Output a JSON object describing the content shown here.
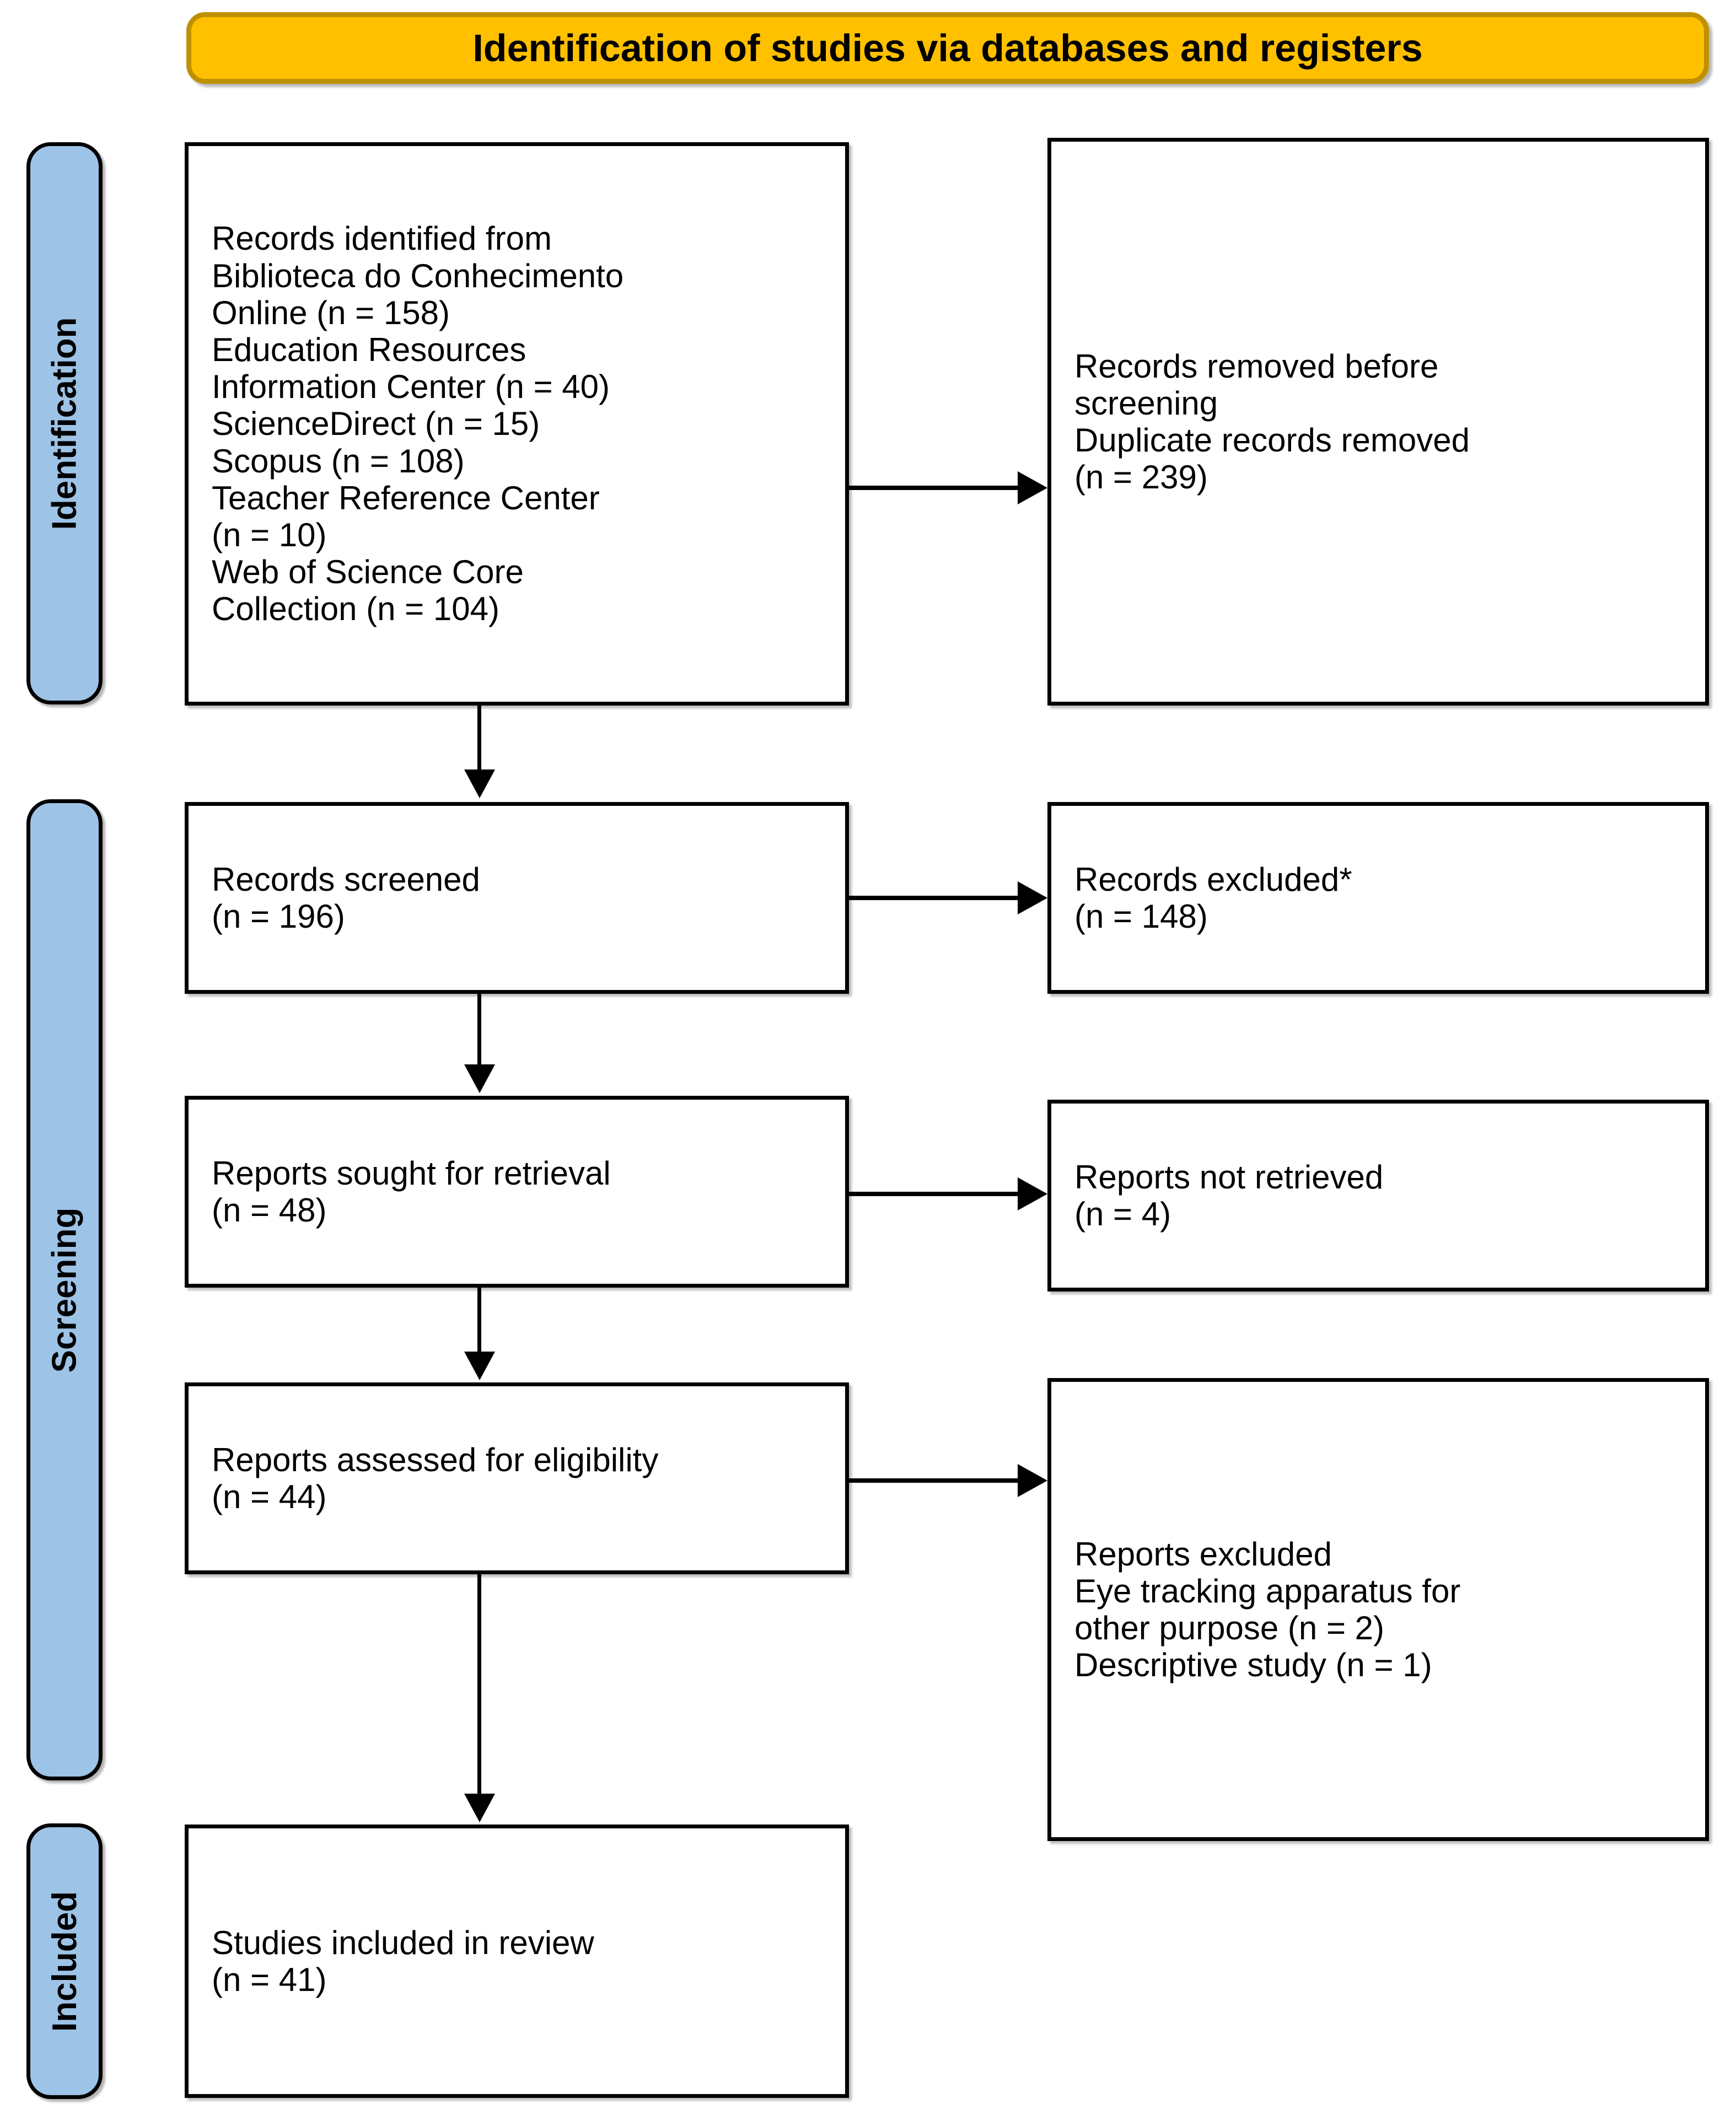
{
  "diagram": {
    "type": "prisma-flow-diagram",
    "banner": {
      "title": "Identification of studies via databases and registers",
      "fill_color": "#FFC000",
      "border_color": "#BF9000"
    },
    "stages": [
      {
        "id": "identification",
        "label": "Identification",
        "fill_color": "#9DC3E6"
      },
      {
        "id": "screening",
        "label": "Screening",
        "fill_color": "#9DC3E6"
      },
      {
        "id": "included",
        "label": "Included",
        "fill_color": "#9DC3E6"
      }
    ],
    "boxes": {
      "records_identified": {
        "text": "Records identified from\n   Biblioteca do Conhecimento\nOnline (n = 158)\n   Education Resources\nInformation Center (n = 40)\n   ScienceDirect (n = 15)\n   Scopus (n = 108)\n   Teacher Reference Center\n(n = 10)\n   Web of Science Core\nCollection (n = 104)"
      },
      "records_removed": {
        "text": "Records removed before\nscreening\n   Duplicate records removed\n(n = 239)"
      },
      "records_screened": {
        "text": "Records screened\n  (n = 196)"
      },
      "records_excluded": {
        "text": "Records excluded*\n  (n = 148)"
      },
      "reports_sought": {
        "text": "Reports sought for retrieval\n  (n = 48)"
      },
      "reports_not_retrieved": {
        "text": "Reports not retrieved\n  (n = 4)"
      },
      "reports_assessed": {
        "text": "Reports assessed for eligibility\n  (n = 44)"
      },
      "reports_excluded": {
        "text": "Reports excluded\n   Eye tracking apparatus for\nother purpose (n = 2)\n   Descriptive study (n = 1)"
      },
      "studies_included": {
        "text": "Studies included in review\n  (n = 41)"
      }
    },
    "counts": {
      "biblioteca_do_conhecimento_online": 158,
      "education_resources_information_center": 40,
      "sciencedirect": 15,
      "scopus": 108,
      "teacher_reference_center": 10,
      "web_of_science_core_collection": 104,
      "duplicate_records_removed": 239,
      "records_screened": 196,
      "records_excluded": 148,
      "reports_sought_for_retrieval": 48,
      "reports_not_retrieved": 4,
      "reports_assessed_for_eligibility": 44,
      "excluded_eye_tracking_apparatus_other_purpose": 2,
      "excluded_descriptive_study": 1,
      "studies_included_in_review": 41
    }
  }
}
